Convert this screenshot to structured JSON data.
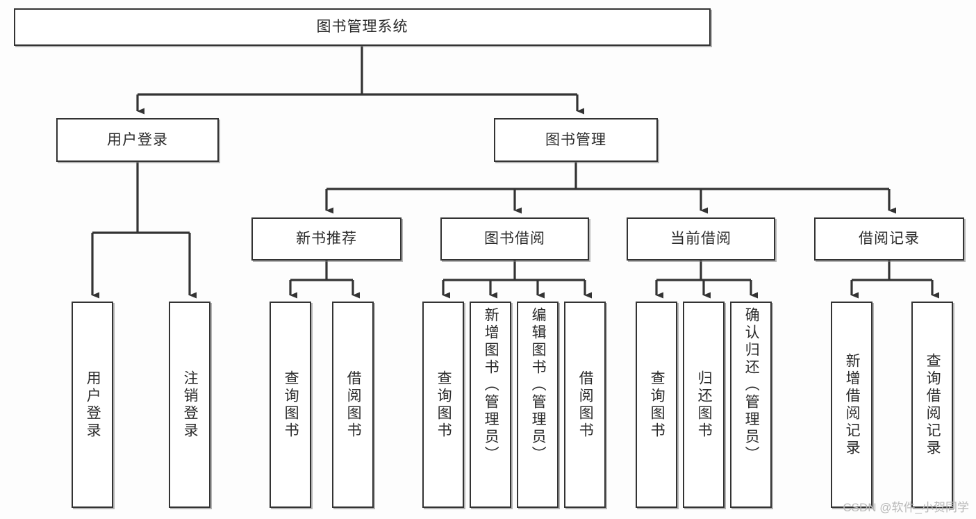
{
  "diagram": {
    "title": "图书管理系统",
    "type": "tree-hierarchy",
    "root": {
      "id": "root",
      "label": "图书管理系统"
    },
    "level2": [
      {
        "id": "user-login",
        "label": "用户登录"
      },
      {
        "id": "book-manage",
        "label": "图书管理"
      }
    ],
    "level3": [
      {
        "id": "new-book-rec",
        "label": "新书推荐",
        "parent": "book-manage"
      },
      {
        "id": "book-borrow",
        "label": "图书借阅",
        "parent": "book-manage"
      },
      {
        "id": "current-borrow",
        "label": "当前借阅",
        "parent": "book-manage"
      },
      {
        "id": "borrow-record",
        "label": "借阅记录",
        "parent": "book-manage"
      }
    ],
    "leaves": [
      {
        "id": "leaf-user-login",
        "label": "用户登录",
        "parent": "user-login"
      },
      {
        "id": "leaf-user-logout",
        "label": "注销登录",
        "parent": "user-login"
      },
      {
        "id": "leaf-query-book-1",
        "label": "查询图书",
        "parent": "new-book-rec"
      },
      {
        "id": "leaf-borrow-book-1",
        "label": "借阅图书",
        "parent": "new-book-rec"
      },
      {
        "id": "leaf-query-book-2",
        "label": "查询图书",
        "parent": "book-borrow"
      },
      {
        "id": "leaf-add-book",
        "label": "新增图书（管理员）",
        "parent": "book-borrow"
      },
      {
        "id": "leaf-edit-book",
        "label": "编辑图书（管理员）",
        "parent": "book-borrow"
      },
      {
        "id": "leaf-borrow-book-2",
        "label": "借阅图书",
        "parent": "book-borrow"
      },
      {
        "id": "leaf-query-book-3",
        "label": "查询图书",
        "parent": "current-borrow"
      },
      {
        "id": "leaf-return-book",
        "label": "归还图书",
        "parent": "current-borrow"
      },
      {
        "id": "leaf-confirm-return",
        "label": "确认归还（管理员）",
        "parent": "current-borrow"
      },
      {
        "id": "leaf-add-record",
        "label": "新增借阅记录",
        "parent": "borrow-record"
      },
      {
        "id": "leaf-query-record",
        "label": "查询借阅记录",
        "parent": "borrow-record"
      }
    ],
    "colors": {
      "line": "#333333",
      "box_border": "#333333",
      "box_fill": "#ffffff",
      "text": "#2b2b2b",
      "background": "#fdfdfd",
      "watermark": "#b9b9b9"
    }
  },
  "watermark": {
    "text": "CSDN @软件_小贺同学"
  }
}
